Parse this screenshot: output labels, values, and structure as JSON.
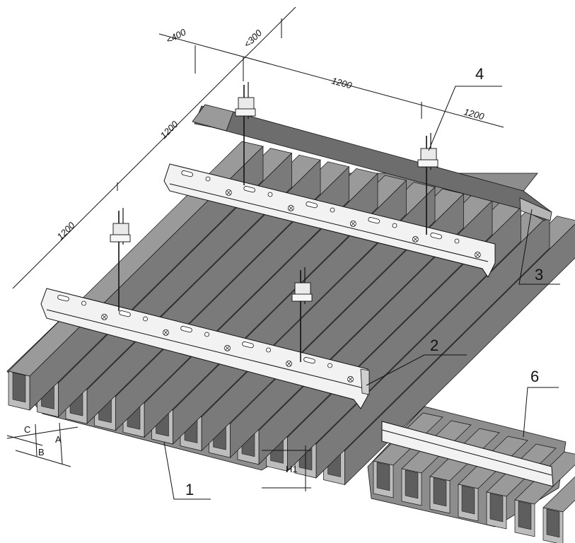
{
  "dimensions": {
    "top_small_left": "<400",
    "top_small_right": "<300",
    "top_span": "1200",
    "top_span_right": "1200",
    "left_span_upper": "1200",
    "left_span_lower": "1200"
  },
  "callouts": {
    "n1": "1",
    "n2": "2",
    "n3": "3",
    "n4": "4",
    "n6": "6"
  },
  "profile_labels": {
    "c": "C",
    "a": "A",
    "b": "B",
    "h1": "H1"
  },
  "colors": {
    "panel_dark": "#7a7a7a",
    "panel_mid": "#9a9a9a",
    "panel_light": "#bdbdbd",
    "stringer": "#f2f2f2",
    "outline": "#111111"
  }
}
